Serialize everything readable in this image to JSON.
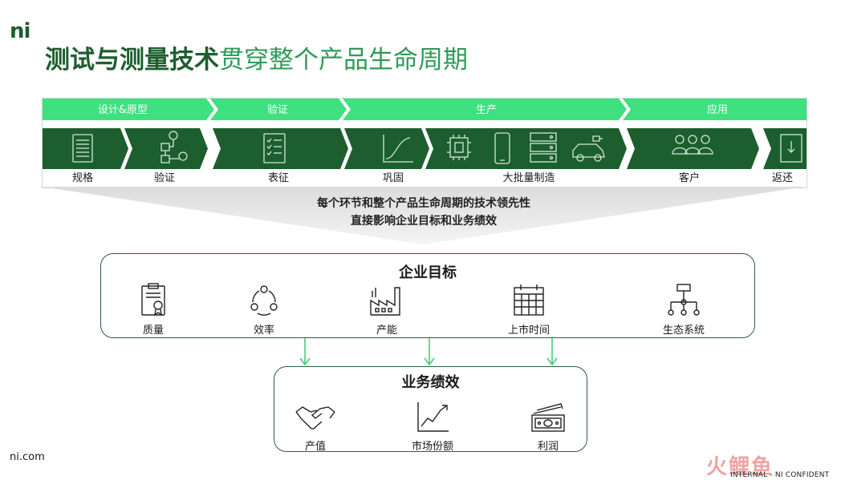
{
  "logo_text": "ni",
  "title": {
    "part1": "测试与测量技术",
    "part2": "贯穿整个产品生命周期"
  },
  "stages": [
    "设计&原型",
    "验证",
    "生产",
    "应用"
  ],
  "steps": [
    {
      "label": "规格",
      "icon": "document-icon"
    },
    {
      "label": "验证",
      "icon": "flowchart-icon"
    },
    {
      "label": "表征",
      "icon": "checklist-icon"
    },
    {
      "label": "巩固",
      "icon": "curve-chart-icon"
    },
    {
      "label": "大批量制造",
      "icon": "chip-phone-server-car-icons"
    },
    {
      "label": "客户",
      "icon": "people-icon"
    },
    {
      "label": "返还",
      "icon": "return-icon"
    }
  ],
  "middle_text": {
    "line1": "每个环节和整个产品生命周期的技术领先性",
    "line2": "直接影响企业目标和业务绩效"
  },
  "goals": {
    "title": "企业目标",
    "items": [
      "质量",
      "效率",
      "产能",
      "上市时间",
      "生态系统"
    ]
  },
  "performance": {
    "title": "业务绩效",
    "items": [
      "产值",
      "市场份额",
      "利润"
    ]
  },
  "footer": {
    "site": "ni.com",
    "confidential": "INTERNAL - NI CONFIDENT"
  },
  "watermark": "火鲤鱼",
  "colors": {
    "dark_green": "#1d5e2e",
    "light_green": "#3fe07f",
    "arrow_green": "#3fd07a"
  }
}
